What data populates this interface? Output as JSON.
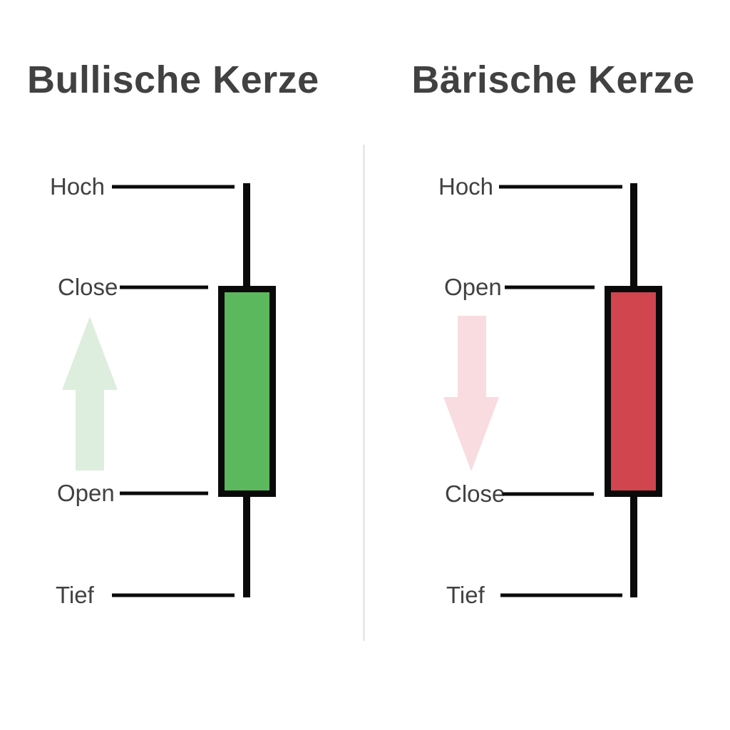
{
  "colors": {
    "background": "#ffffff",
    "text": "#414141",
    "outline": "#0a0a0a",
    "divider": "#e9e9e9",
    "bullish_body": "#5cb85c",
    "bearish_body": "#d0454e",
    "bullish_arrow": "#deeede",
    "bearish_arrow": "#f8dce0"
  },
  "bullish": {
    "title": "Bullische Kerze",
    "labels": {
      "high": "Hoch",
      "close": "Close",
      "open": "Open",
      "low": "Tief"
    }
  },
  "bearish": {
    "title": "Bärische Kerze",
    "labels": {
      "high": "Hoch",
      "open": "Open",
      "close": "Close",
      "low": "Tief"
    }
  }
}
